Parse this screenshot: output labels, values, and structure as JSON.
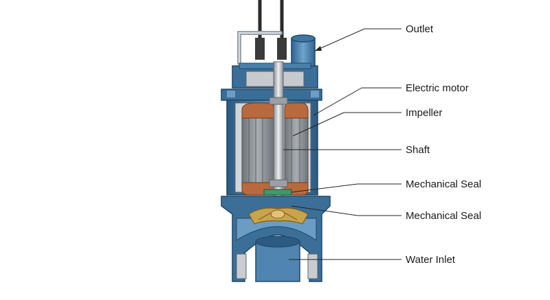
{
  "labels": {
    "outlet": "Outlet",
    "electric_motor": "Electric motor",
    "impeller": "Impeller",
    "shaft": "Shaft",
    "mechanical_seal_upper": "Mechanical Seal",
    "mechanical_seal_lower": "Mechanical Seal",
    "water_inlet": "Water Inlet"
  },
  "colors": {
    "casing_dark": "#2f5f86",
    "casing_mid": "#4f84ad",
    "casing_light": "#8fb6d4",
    "casing_cut": "#c9ccd0",
    "stator": "#8e9296",
    "rotor": "#b4b8bc",
    "copper": "#b86a3e",
    "impeller": "#c9a44d",
    "seal_green": "#3f9a6a",
    "leader": "#222222"
  }
}
